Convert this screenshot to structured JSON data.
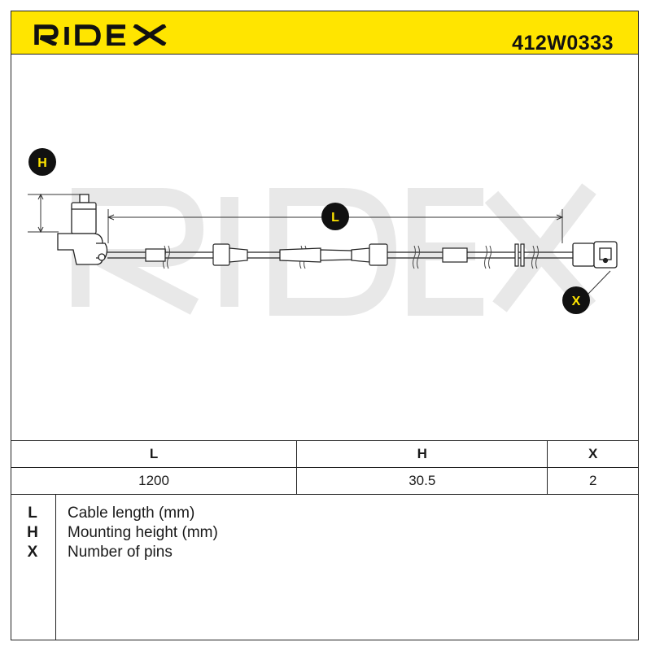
{
  "brand": {
    "name": "RIDEX",
    "accent_color": "#ffe500",
    "watermark_color": "#e8e8e8"
  },
  "part_number": "412W0333",
  "diagram": {
    "labels": {
      "H": "H",
      "L": "L",
      "X": "X"
    },
    "icons": [
      "sensor-head-icon",
      "cable-clip-icon",
      "connector-plug-icon",
      "break-mark-icon"
    ]
  },
  "dimensions_table": {
    "columns": [
      "L",
      "H",
      "X"
    ],
    "values": [
      "1200",
      "30.5",
      "2"
    ]
  },
  "legend": [
    {
      "key": "L",
      "description": "Cable length (mm)"
    },
    {
      "key": "H",
      "description": "Mounting height (mm)"
    },
    {
      "key": "X",
      "description": "Number of pins"
    }
  ]
}
